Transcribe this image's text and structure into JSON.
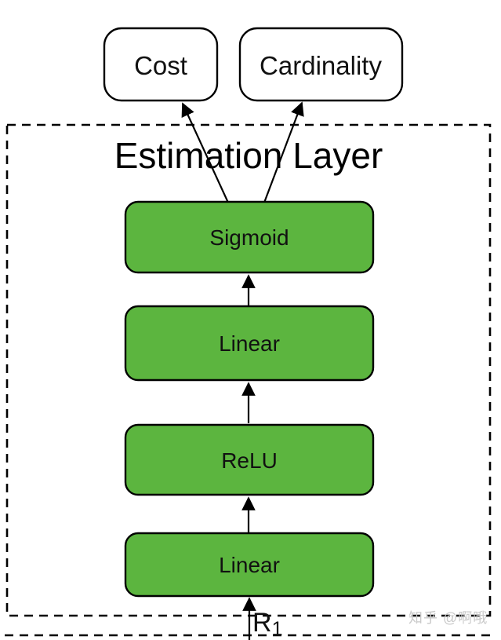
{
  "diagram": {
    "title": "Estimation Layer",
    "outputs": [
      {
        "label": "Cost"
      },
      {
        "label": "Cardinality"
      }
    ],
    "layers": [
      {
        "label": "Sigmoid"
      },
      {
        "label": "Linear"
      },
      {
        "label": "ReLU"
      },
      {
        "label": "Linear"
      }
    ],
    "input_label": {
      "base": "R",
      "subscript": "1"
    },
    "watermark": "知乎 @啊哦",
    "colors": {
      "layer_fill": "#5cb53f",
      "layer_border": "#000000",
      "output_fill": "#ffffff",
      "output_border": "#000000",
      "line": "#000000",
      "watermark": "#c9c9c9"
    }
  }
}
